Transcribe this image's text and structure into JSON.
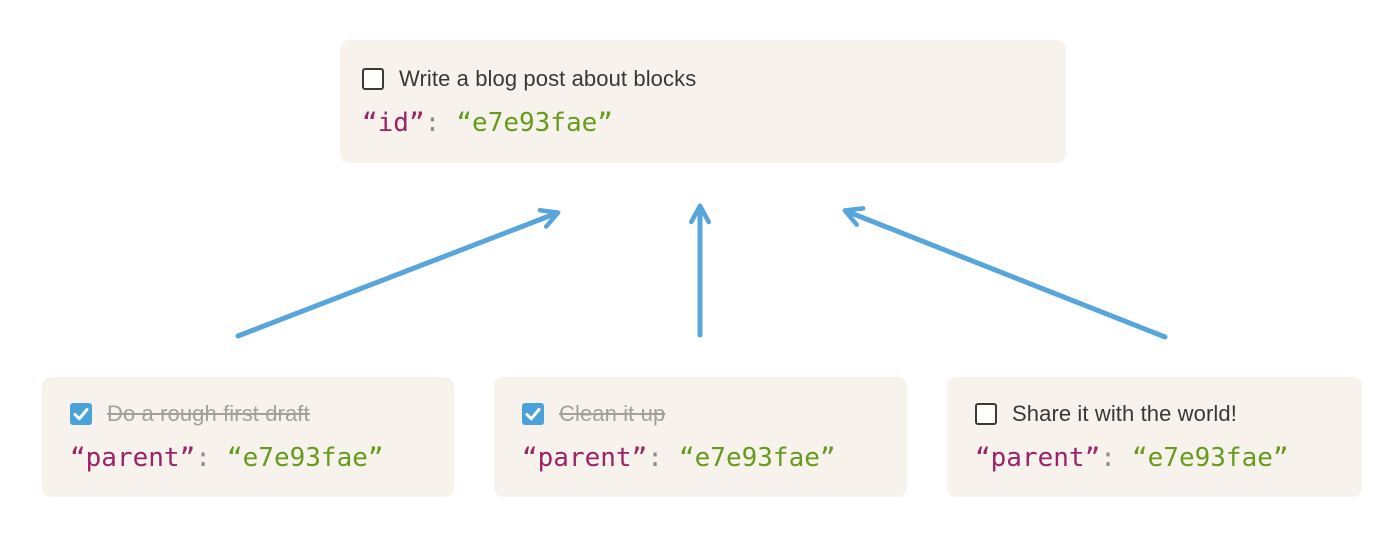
{
  "diagram": {
    "parent_block": {
      "label": "Write a blog post about blocks",
      "checked": false,
      "code": {
        "key": "“id”",
        "colon": ":",
        "value": "“e7e93fae”"
      }
    },
    "children": [
      {
        "label": "Do a rough first draft",
        "checked": true,
        "completed": true,
        "code": {
          "key": "“parent”",
          "colon": ":",
          "value": "“e7e93fae”"
        }
      },
      {
        "label": "Clean it up",
        "checked": true,
        "completed": true,
        "code": {
          "key": "“parent”",
          "colon": ":",
          "value": "“e7e93fae”"
        }
      },
      {
        "label": "Share it with the world!",
        "checked": false,
        "completed": false,
        "code": {
          "key": "“parent”",
          "colon": ":",
          "value": "“e7e93fae”"
        }
      }
    ],
    "colors": {
      "card_background": "#f7f3ec",
      "task_text": "#3a3833",
      "completed_text": "#a3a09a",
      "checkbox_border": "#3c3a35",
      "checkbox_checked_fill": "#4aa2d9",
      "checkmark": "#ffffff",
      "code_key": "#9c2366",
      "code_colon": "#8f8c86",
      "code_value": "#669b1e",
      "arrow": "#57a5da"
    },
    "icons": {
      "checked": "checkmark-icon",
      "unchecked": "empty-checkbox"
    }
  }
}
